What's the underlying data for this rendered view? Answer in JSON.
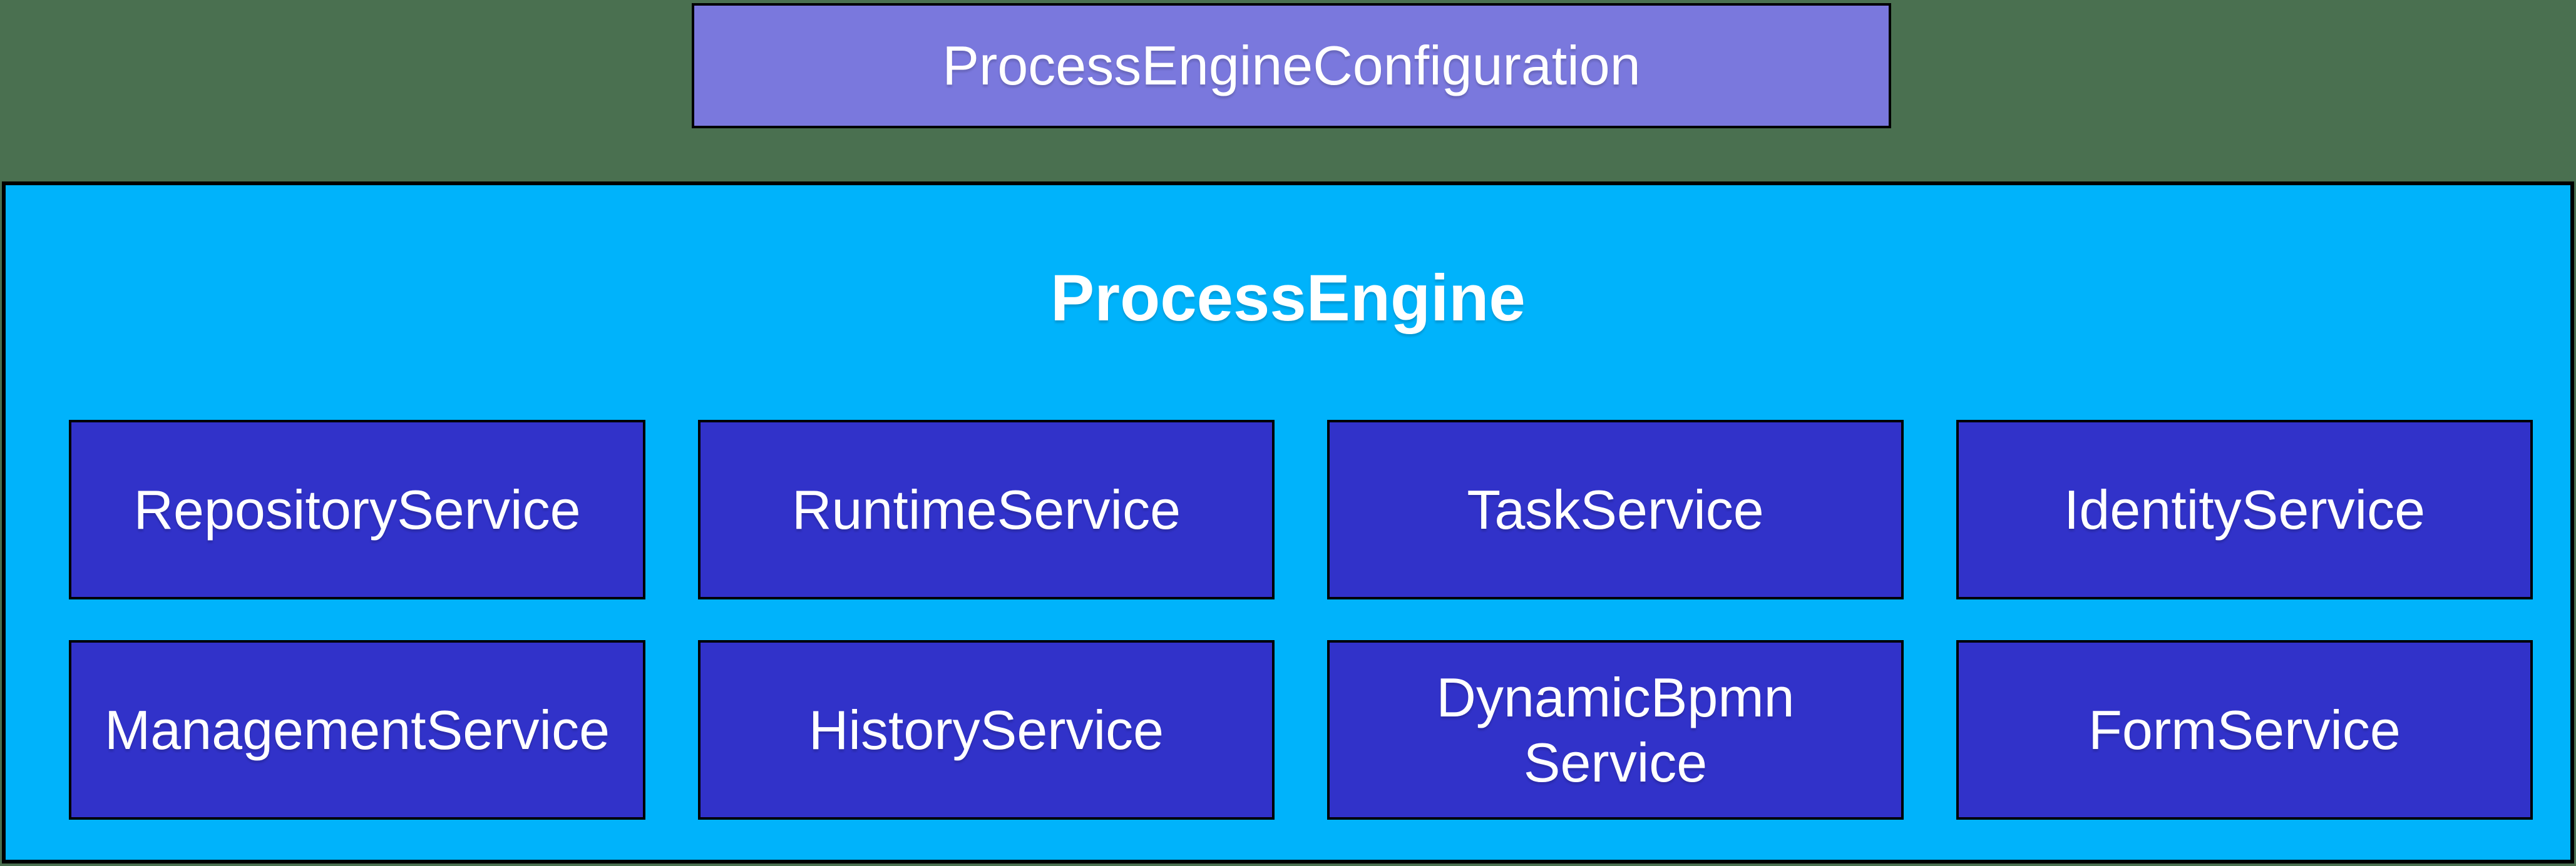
{
  "colors": {
    "background": "#4a7050",
    "config_fill": "#7a78dd",
    "engine_fill": "#00b3fb",
    "service_fill": "#3132c9",
    "border": "#000000",
    "text": "#ffffff"
  },
  "config_box": {
    "label": "ProcessEngineConfiguration"
  },
  "engine": {
    "title": "ProcessEngine"
  },
  "services": [
    {
      "line1": "RepositoryService",
      "line2": ""
    },
    {
      "line1": "RuntimeService",
      "line2": ""
    },
    {
      "line1": "TaskService",
      "line2": ""
    },
    {
      "line1": "IdentityService",
      "line2": ""
    },
    {
      "line1": "ManagementService",
      "line2": ""
    },
    {
      "line1": "HistoryService",
      "line2": ""
    },
    {
      "line1": "DynamicBpmn",
      "line2": "Service"
    },
    {
      "line1": "FormService",
      "line2": ""
    }
  ]
}
